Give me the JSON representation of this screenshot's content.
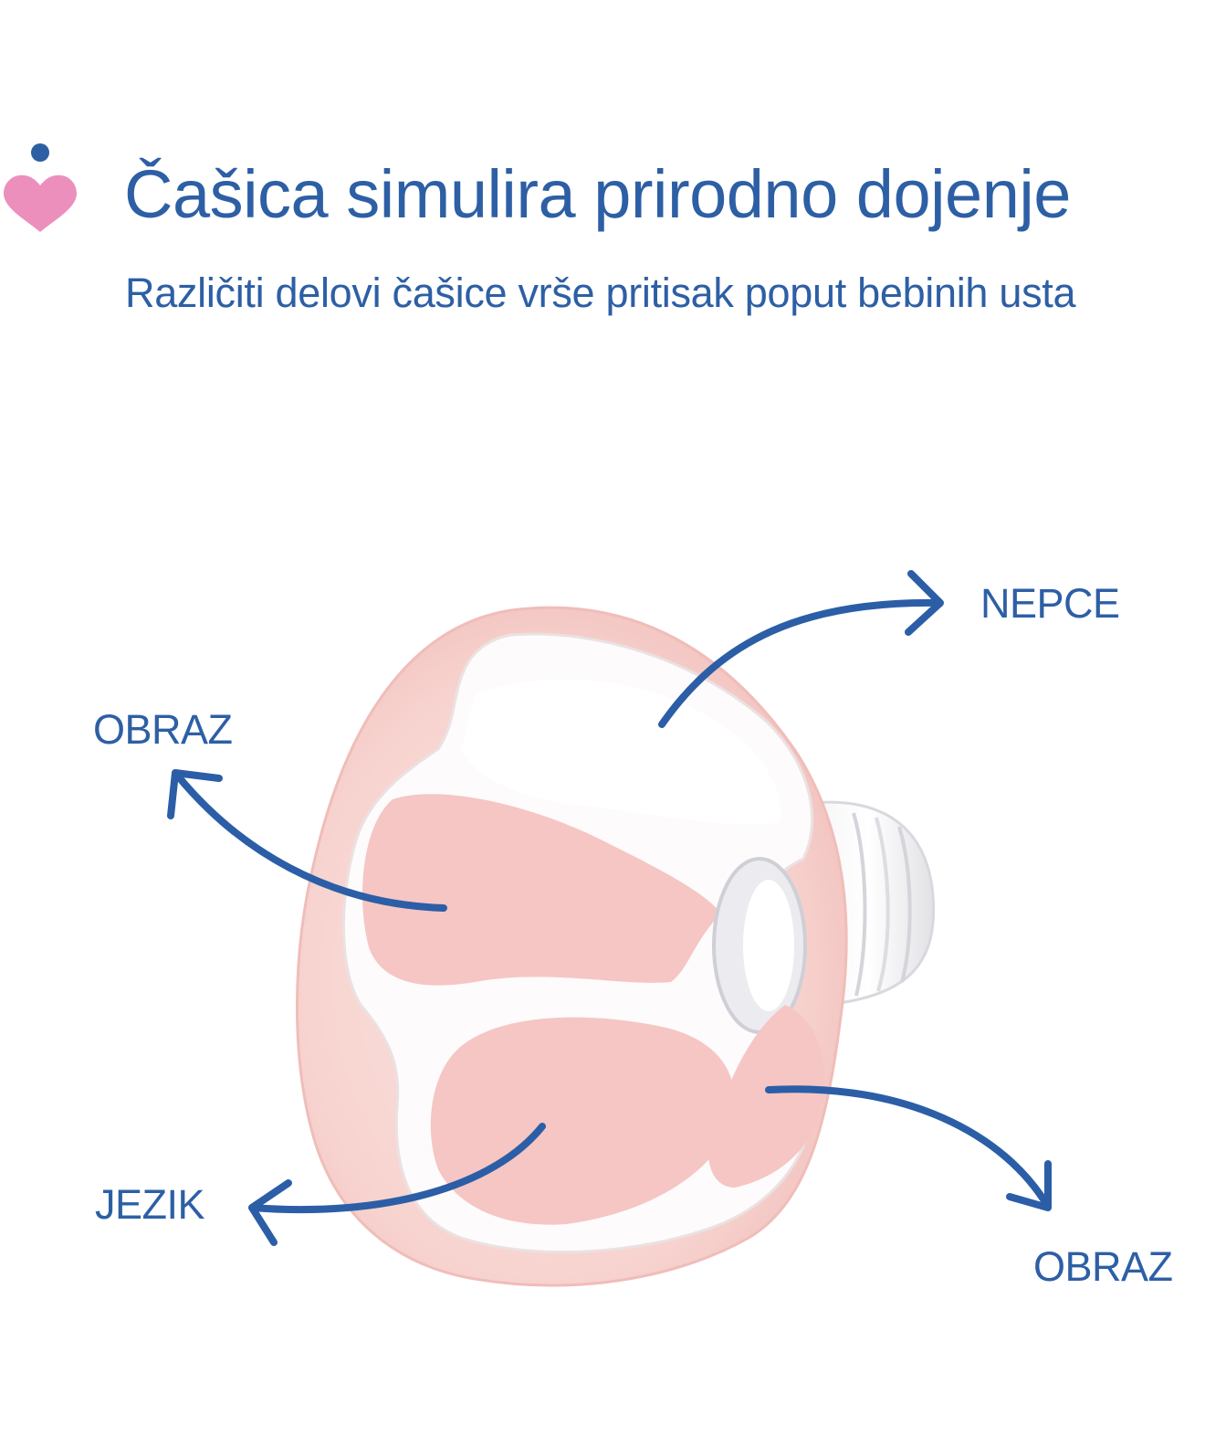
{
  "header": {
    "title": "Čašica simulira prirodno dojenje",
    "subtitle": "Različiti delovi čašice vrše pritisak poput bebinih usta"
  },
  "labels": {
    "palate": "NEPCE",
    "cheek_left": "OBRAZ",
    "tongue": "JEZIK",
    "cheek_right": "OBRAZ"
  },
  "colors": {
    "text_blue": "#2d5fa5",
    "arrow_blue": "#2b5ea6",
    "heart_pink": "#ec8fbd",
    "dot_blue": "#2d5fa5",
    "shield_pink": "#f6cfcc",
    "pad_pink": "#f5c6c4"
  },
  "icons": [
    "heart-drop-logo-icon",
    "arrow-icon"
  ]
}
